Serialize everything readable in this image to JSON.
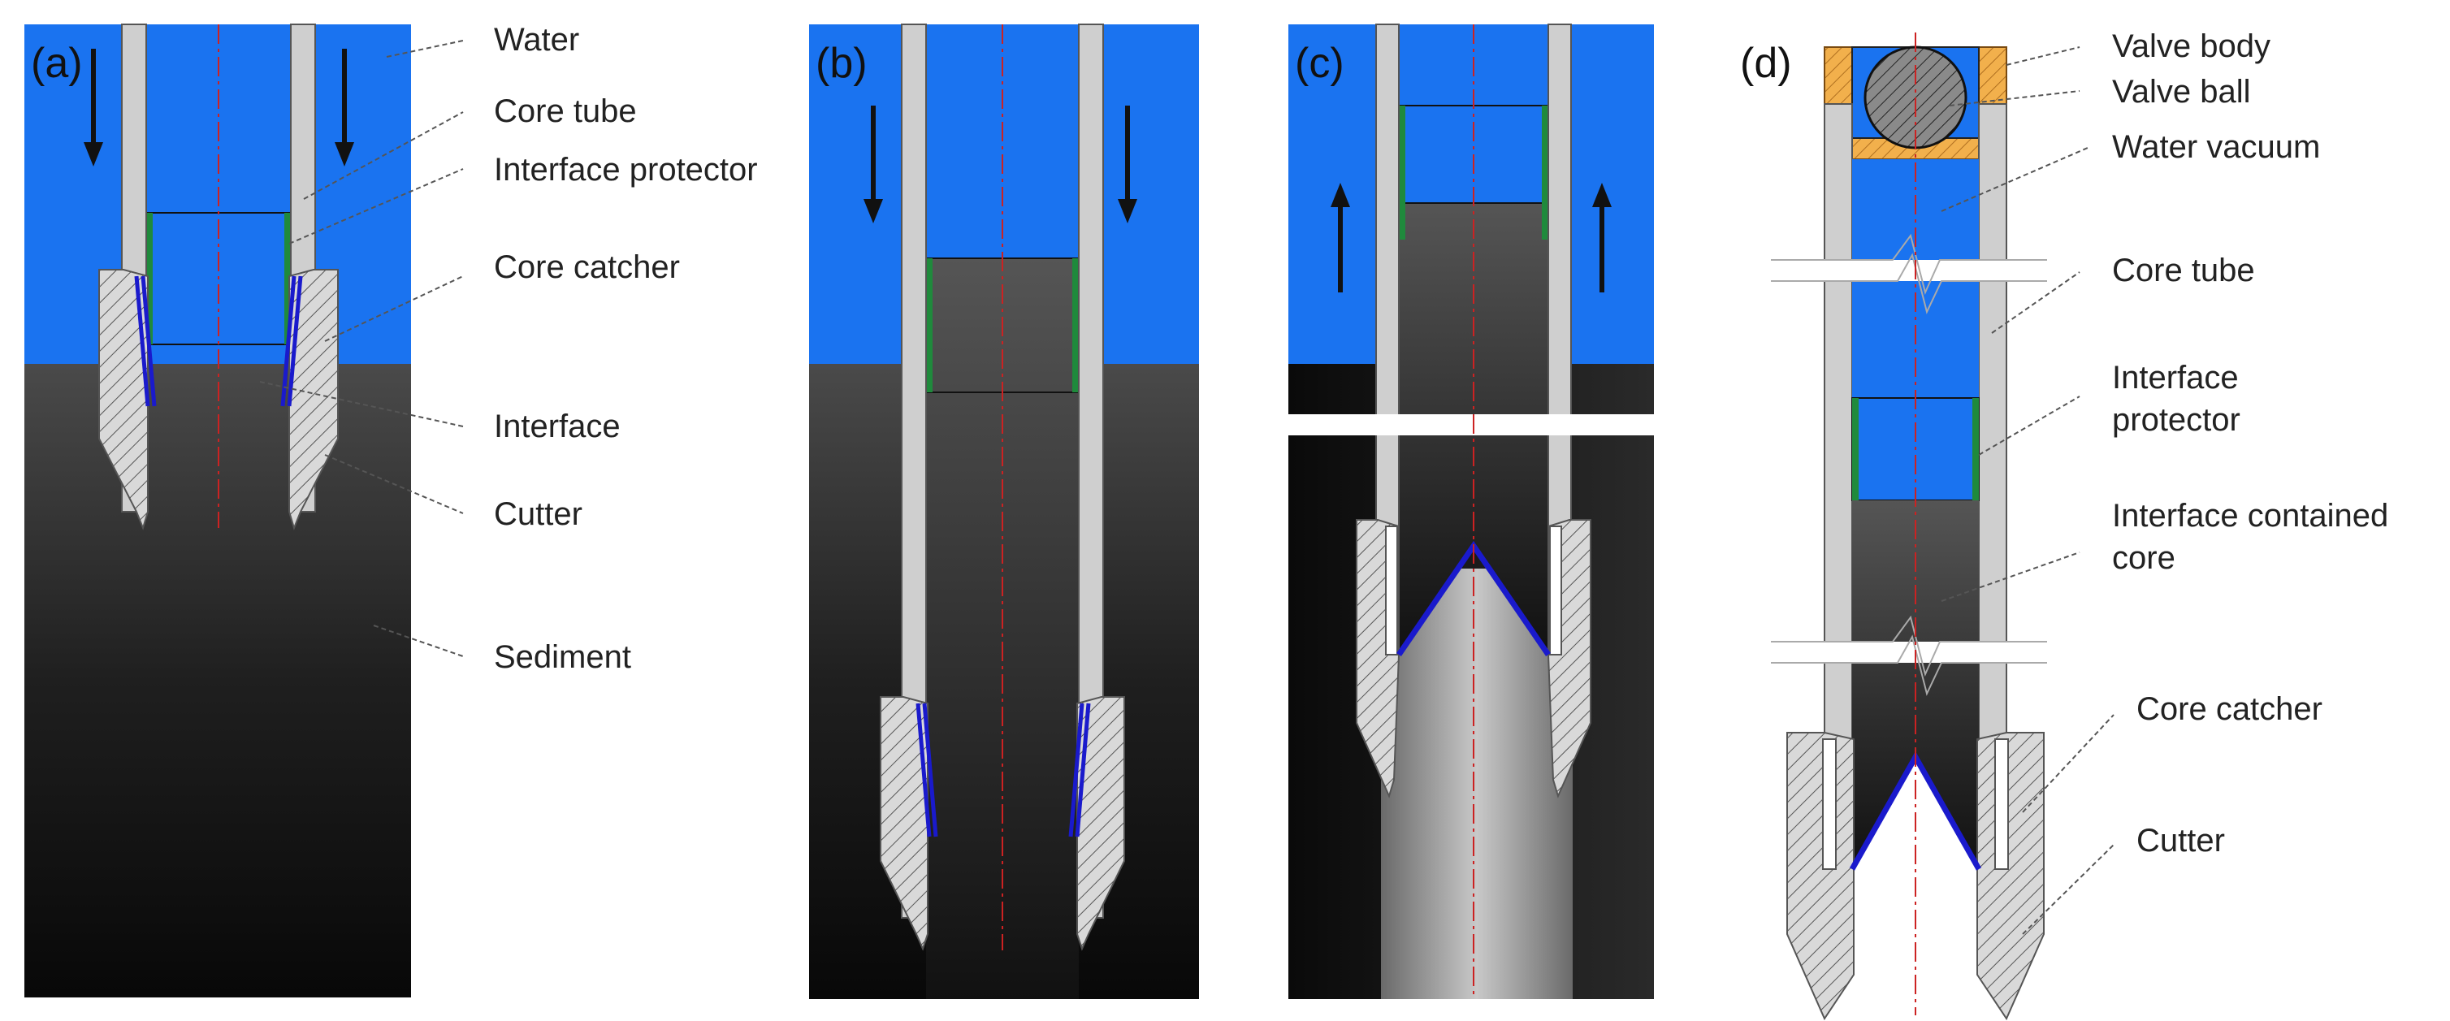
{
  "panels": {
    "a": {
      "label": "(a)"
    },
    "b": {
      "label": "(b)"
    },
    "c": {
      "label": "(c)"
    },
    "d": {
      "label": "(d)"
    }
  },
  "labels_a": {
    "water": "Water",
    "core_tube": "Core tube",
    "interface_protector": "Interface protector",
    "core_catcher": "Core catcher",
    "interface": "Interface",
    "cutter": "Cutter",
    "sediment": "Sediment"
  },
  "labels_d": {
    "valve_body": "Valve body",
    "valve_ball": "Valve ball",
    "water_vacuum": "Water vacuum",
    "core_tube": "Core tube",
    "interface_protector_l1": "Interface",
    "interface_protector_l2": "protector",
    "interface_core_l1": "Interface contained",
    "interface_core_l2": "core",
    "core_catcher": "Core catcher",
    "cutter": "Cutter"
  },
  "colors": {
    "water": "#1a73f0",
    "protector": "#1f8a3c",
    "interface_line": "#1a1acc",
    "valve_body": "#f2b04c",
    "axis": "#cc2222"
  }
}
